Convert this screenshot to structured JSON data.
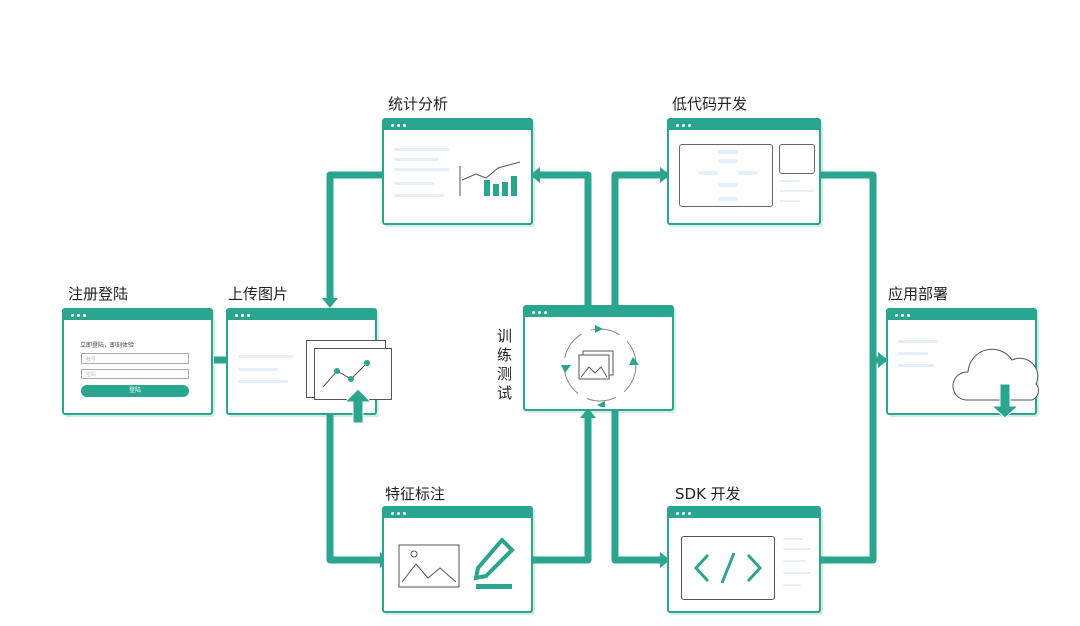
{
  "colors": {
    "accent": "#2aa58f",
    "placeholder": "#e6eef7"
  },
  "nodes": {
    "login": {
      "label": "注册登陆",
      "prompt": "立即登陆，即刻体验",
      "account_placeholder": "账号",
      "password_placeholder": "密码",
      "button": "登陆"
    },
    "upload": {
      "label": "上传图片"
    },
    "stats": {
      "label": "统计分析"
    },
    "annotate": {
      "label": "特征标注"
    },
    "train": {
      "label": "训练测试"
    },
    "lowcode": {
      "label": "低代码开发"
    },
    "sdk": {
      "label": "SDK 开发"
    },
    "deploy": {
      "label": "应用部署"
    }
  }
}
